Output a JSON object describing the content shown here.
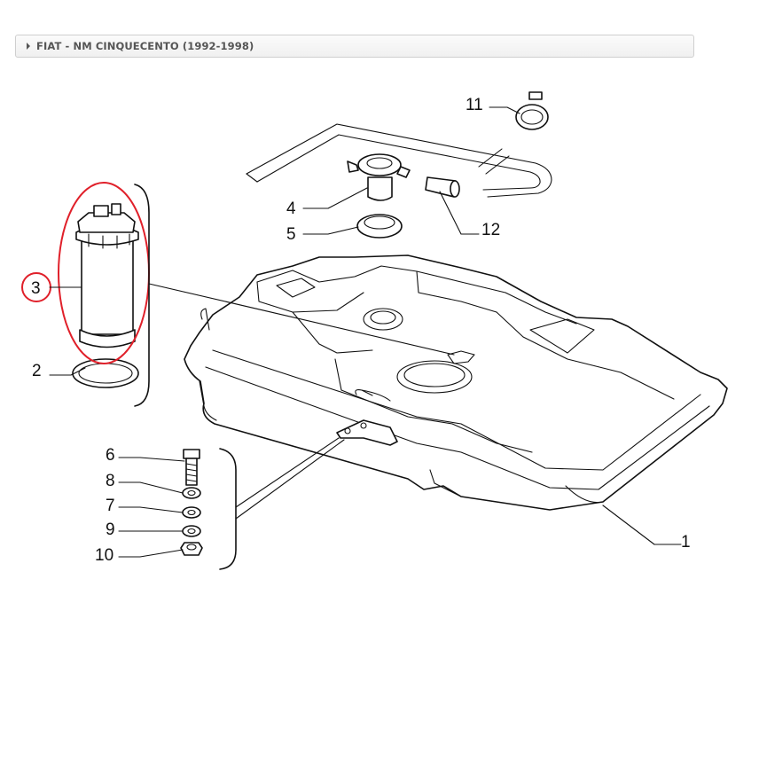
{
  "breadcrumb": {
    "text": "FIAT - NM CINQUECENTO (1992-1998)"
  },
  "callouts": {
    "c1": "1",
    "c2": "2",
    "c3": "3",
    "c4": "4",
    "c5": "5",
    "c6": "6",
    "c7": "7",
    "c8": "8",
    "c9": "9",
    "c10": "10",
    "c11": "11",
    "c12": "12"
  },
  "highlight": {
    "part": "3",
    "color": "#e0202a"
  }
}
